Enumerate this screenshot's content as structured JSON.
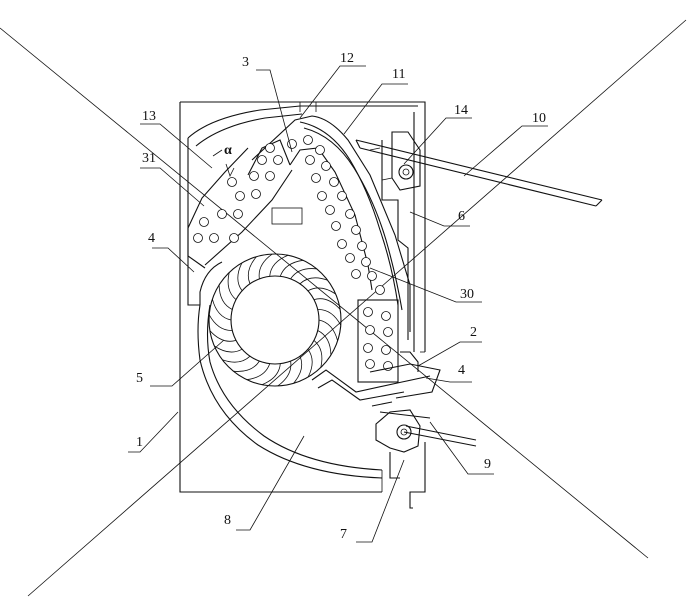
{
  "diagram": {
    "labels": [
      {
        "id": "label-1",
        "text": "1"
      },
      {
        "id": "label-2",
        "text": "2"
      },
      {
        "id": "label-3",
        "text": "3"
      },
      {
        "id": "label-4a",
        "text": "4"
      },
      {
        "id": "label-4b",
        "text": "4"
      },
      {
        "id": "label-5",
        "text": "5"
      },
      {
        "id": "label-6",
        "text": "6"
      },
      {
        "id": "label-7",
        "text": "7"
      },
      {
        "id": "label-8",
        "text": "8"
      },
      {
        "id": "label-9",
        "text": "9"
      },
      {
        "id": "label-10",
        "text": "10"
      },
      {
        "id": "label-11",
        "text": "11"
      },
      {
        "id": "label-12",
        "text": "12"
      },
      {
        "id": "label-13",
        "text": "13"
      },
      {
        "id": "label-14",
        "text": "14"
      },
      {
        "id": "label-30",
        "text": "30"
      },
      {
        "id": "label-31",
        "text": "31"
      }
    ],
    "angle_symbol": "α"
  }
}
